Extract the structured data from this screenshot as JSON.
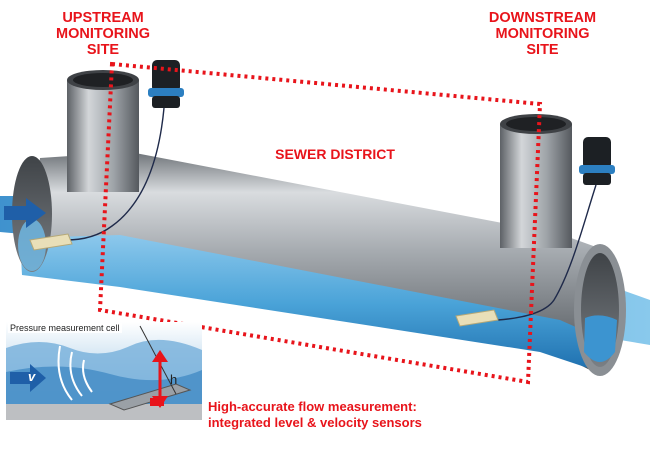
{
  "labels": {
    "upstream": [
      "UPSTREAM",
      "MONITORING",
      "SITE"
    ],
    "downstream": [
      "DOWNSTREAM",
      "MONITORING",
      "SITE"
    ],
    "district": "SEWER DISTRICT"
  },
  "inset": {
    "pressure_cell": "Pressure measurement cell",
    "velocity_symbol": "v",
    "height_symbol": "h"
  },
  "caption": [
    "High-accurate flow measurement:",
    "integrated level & velocity sensors"
  ],
  "colors": {
    "label_red": "#e8141b",
    "water_blue": "#2f8fcd",
    "pipe_gray": "#8c9196",
    "arrow_blue": "#1f5fa8"
  },
  "icons": {
    "flow_arrow": "right-arrow-icon",
    "sensor": "sensor-icon",
    "height_arrow": "double-arrow-icon"
  }
}
